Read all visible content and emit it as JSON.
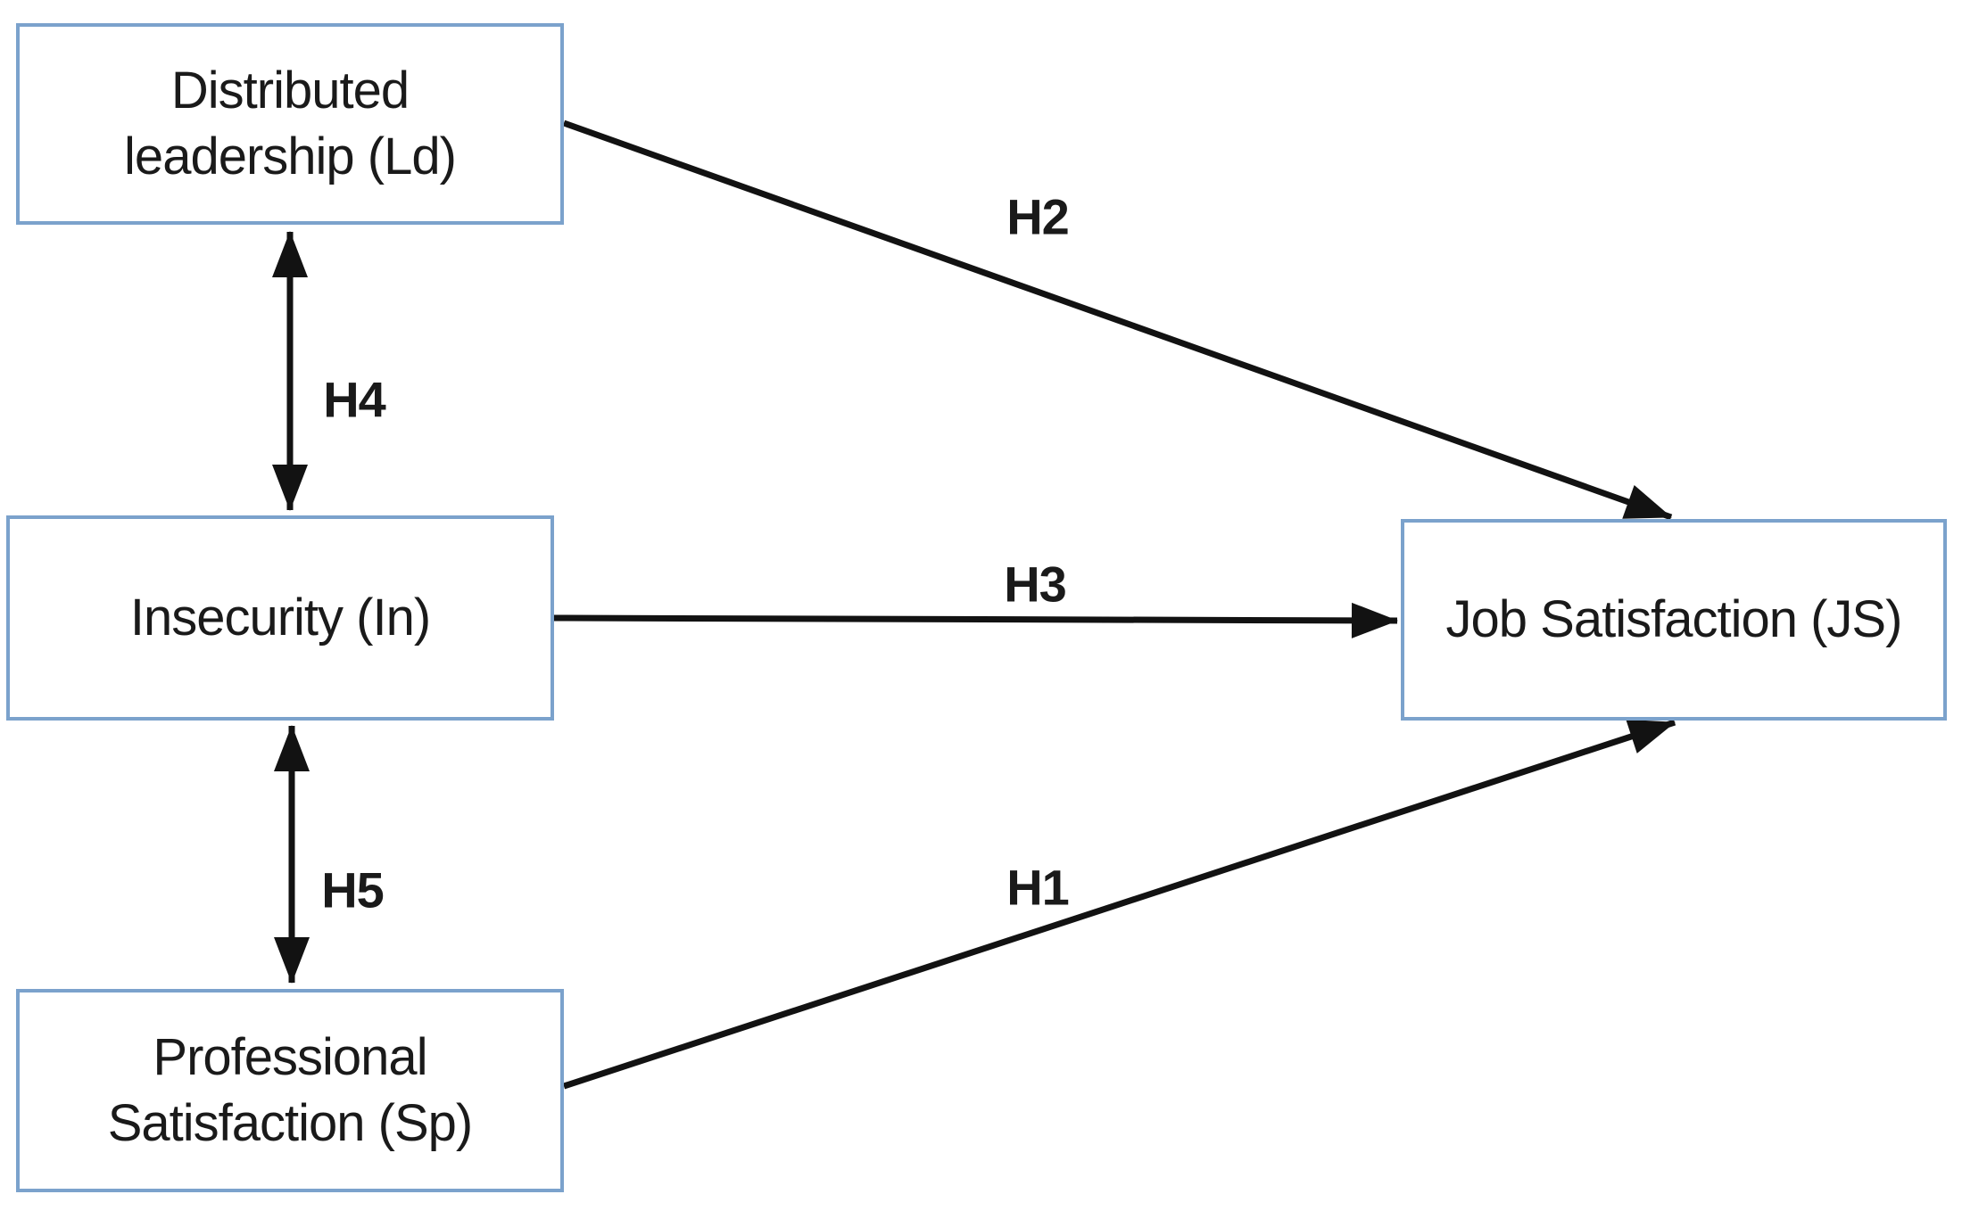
{
  "nodes": {
    "ld": {
      "label": "Distributed leadership (Ld)",
      "line1": "Distributed",
      "line2": "leadership (Ld)"
    },
    "in": {
      "label": "Insecurity (In)"
    },
    "sp": {
      "label": "Professional Satisfaction (Sp)",
      "line1": "Professional",
      "line2": "Satisfaction (Sp)"
    },
    "js": {
      "label": "Job Satisfaction (JS)"
    }
  },
  "edges": [
    {
      "label": "H1",
      "from": "Professional Satisfaction (Sp)",
      "to": "Job Satisfaction (JS)",
      "type": "one-way"
    },
    {
      "label": "H2",
      "from": "Distributed leadership (Ld)",
      "to": "Job Satisfaction (JS)",
      "type": "one-way"
    },
    {
      "label": "H3",
      "from": "Insecurity (In)",
      "to": "Job Satisfaction (JS)",
      "type": "one-way"
    },
    {
      "label": "H4",
      "from": "Distributed leadership (Ld)",
      "to": "Insecurity (In)",
      "type": "two-way"
    },
    {
      "label": "H5",
      "from": "Insecurity (In)",
      "to": "Professional Satisfaction (Sp)",
      "type": "two-way"
    }
  ],
  "colors": {
    "box_border": "#7ba2cc",
    "arrow": "#121212",
    "text": "#1a1a1a",
    "background": "#ffffff"
  }
}
